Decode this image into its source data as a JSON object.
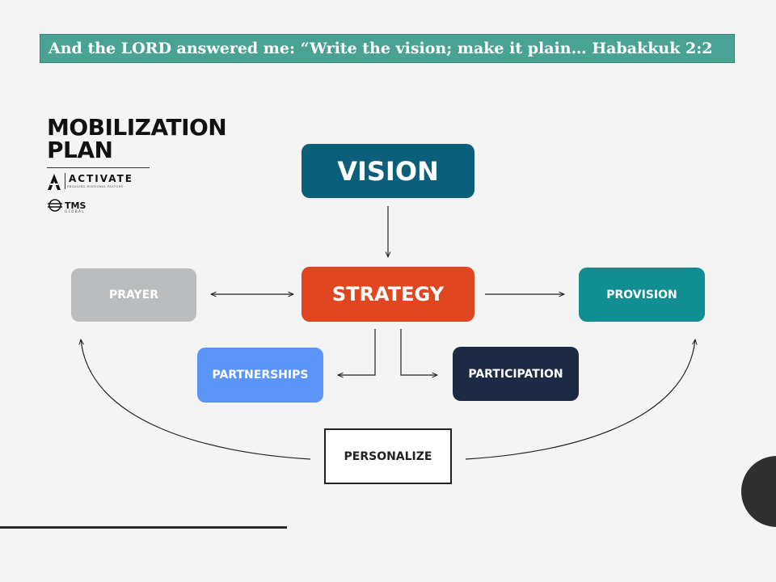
{
  "banner": {
    "text": "And the LORD answered me: “Write the vision; make it plain… Habakkuk 2:2"
  },
  "logo": {
    "title_line1": "MOBILIZATION",
    "title_line2": "PLAN",
    "activate": "ACTIVATE",
    "activate_tagline": "ENGAGING MISSIONAL PASTORS",
    "tms": "TMS",
    "tms_sub": "GLOBAL"
  },
  "diagram": {
    "vision": "VISION",
    "strategy": "STRATEGY",
    "prayer": "PRAYER",
    "provision": "PROVISION",
    "partnerships": "PARTNERSHIPS",
    "participation": "PARTICIPATION",
    "personalize": "PERSONALIZE"
  },
  "colors": {
    "banner": "#4aa295",
    "vision": "#0c5f7b",
    "strategy": "#e0461f",
    "prayer": "#bbbcbe",
    "provision": "#118e92",
    "partnerships": "#5b95f8",
    "participation": "#1c2a44"
  }
}
